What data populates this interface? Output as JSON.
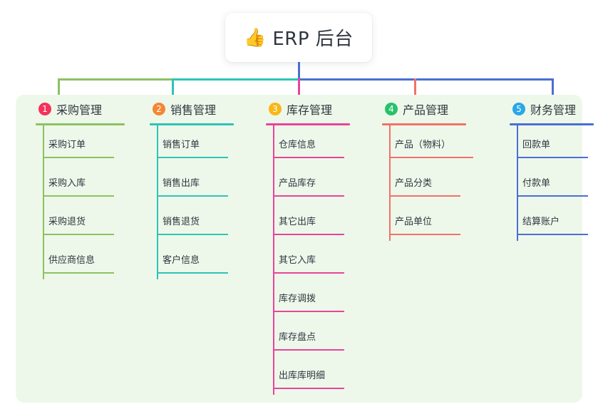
{
  "root": {
    "icon": "thumbs-up-icon",
    "emoji": "👍",
    "title": "ERP 后台"
  },
  "palette": {
    "panel_bg": "#eef8ea",
    "page_bg": "#ffffff",
    "text": "#2f3640",
    "green": "#8cc262",
    "teal": "#2ec4b6",
    "magenta": "#e8449b",
    "salmon": "#f4706a",
    "blue": "#4a6fd4",
    "badge_red": "#f5325b",
    "badge_orange": "#f58634",
    "badge_amber": "#f9b717",
    "badge_green": "#29c16a",
    "badge_blue": "#29a7e8"
  },
  "columns": [
    {
      "index": "1",
      "badge_number": "1",
      "badge_color": "#f5325b",
      "line_color": "#8cc262",
      "title": "采购管理",
      "items": [
        "采购订单",
        "采购入库",
        "采购退货",
        "供应商信息"
      ]
    },
    {
      "index": "2",
      "badge_number": "2",
      "badge_color": "#f58634",
      "line_color": "#2ec4b6",
      "title": "销售管理",
      "items": [
        "销售订单",
        "销售出库",
        "销售退货",
        "客户信息"
      ]
    },
    {
      "index": "3",
      "badge_number": "3",
      "badge_color": "#f9b717",
      "line_color": "#e8449b",
      "title": "库存管理",
      "items": [
        "仓库信息",
        "产品库存",
        "其它出库",
        "其它入库",
        "库存调拨",
        "库存盘点",
        "出库库明细"
      ]
    },
    {
      "index": "4",
      "badge_number": "4",
      "badge_color": "#29c16a",
      "line_color": "#f4706a",
      "title": "产品管理",
      "items": [
        "产品（物料）",
        "产品分类",
        "产品单位"
      ]
    },
    {
      "index": "5",
      "badge_number": "5",
      "badge_color": "#29a7e8",
      "line_color": "#4a6fd4",
      "title": "财务管理",
      "items": [
        "回款单",
        "付款单",
        "结算账户"
      ]
    }
  ]
}
